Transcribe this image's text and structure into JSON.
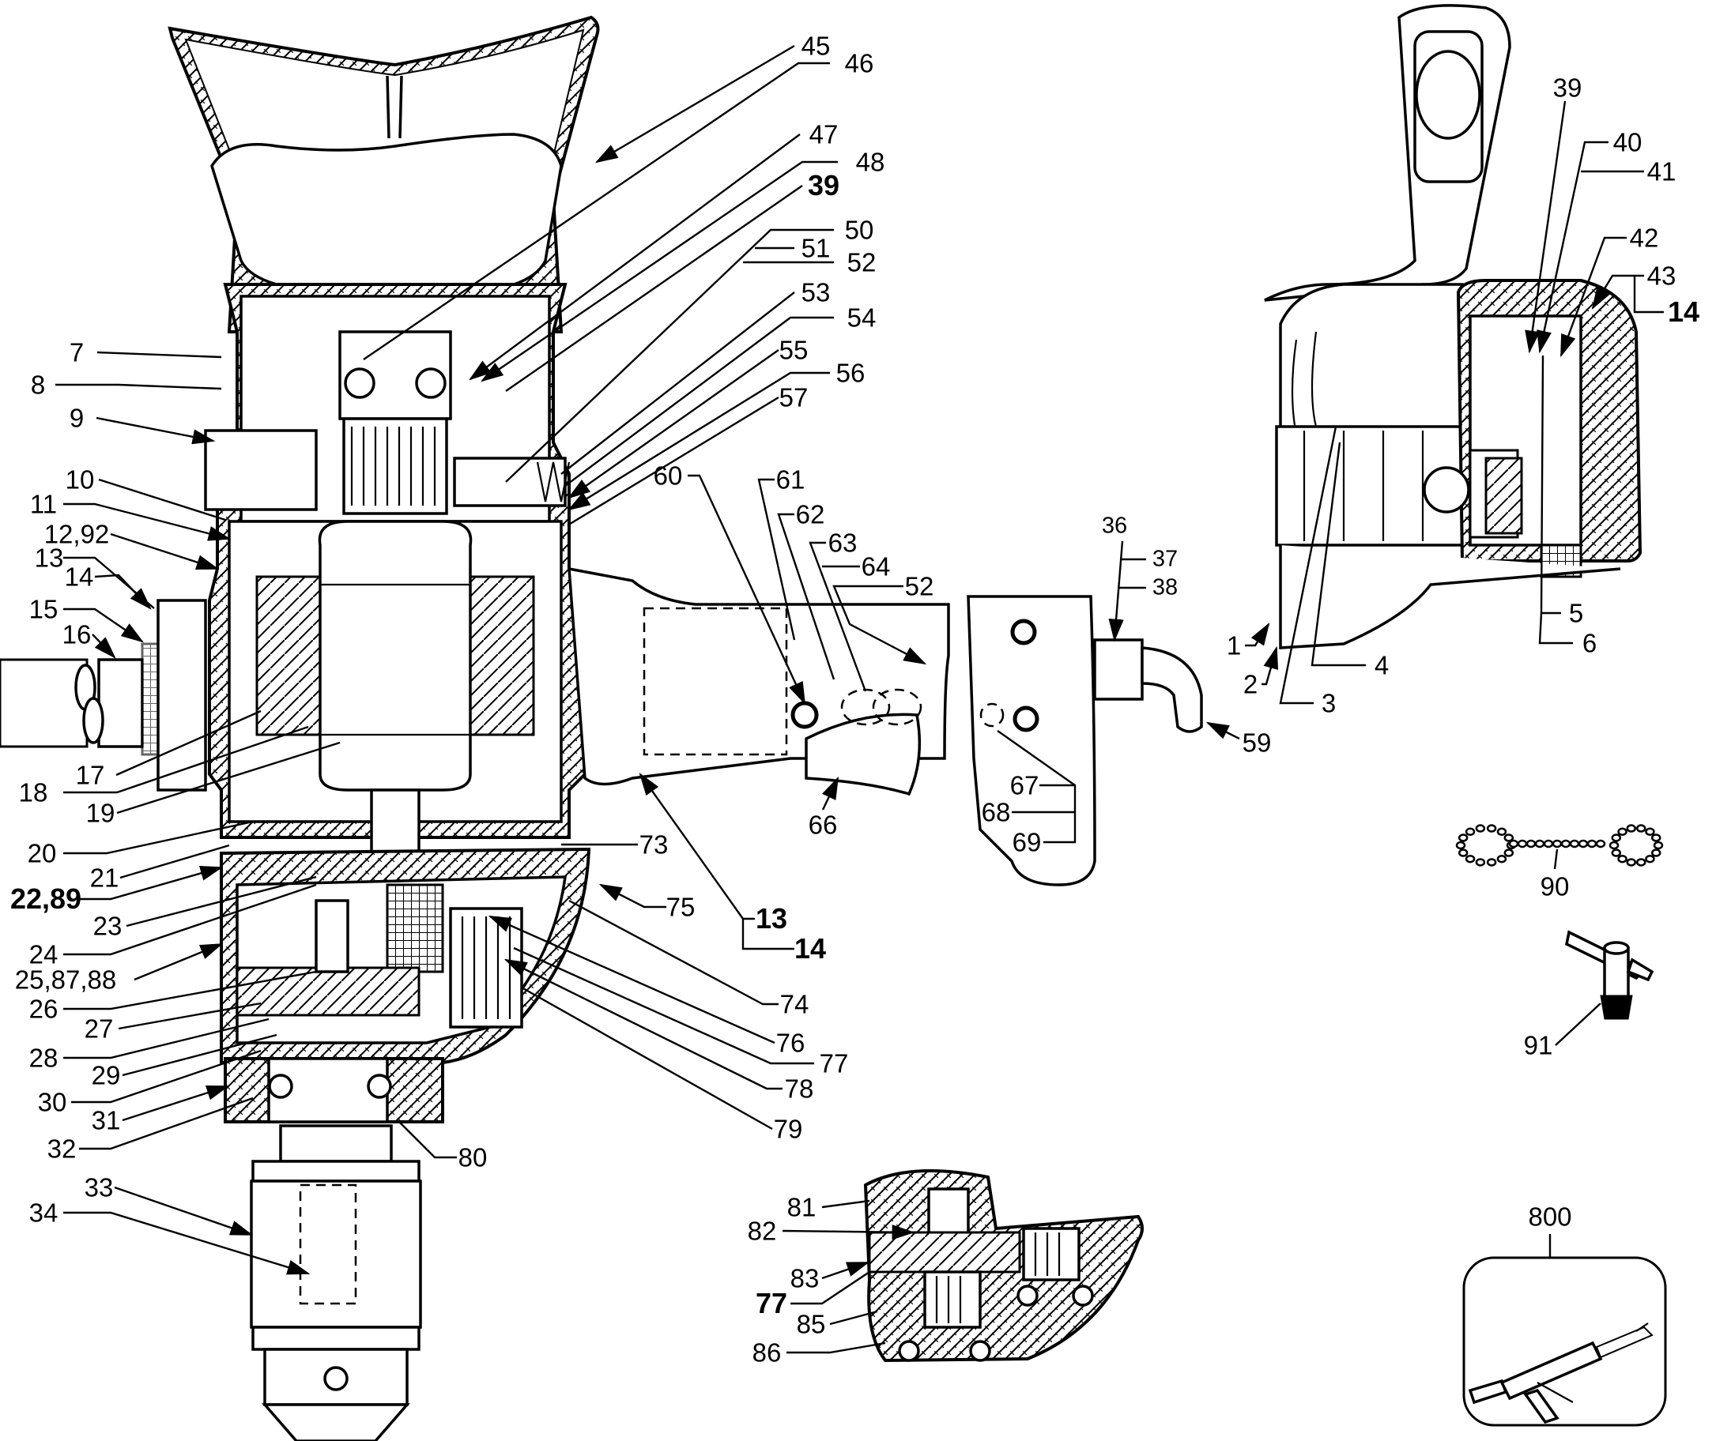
{
  "diagram": {
    "type": "exploded-parts-diagram",
    "subject": "power drill assembly with spade handle, side handle, gear case, chuck and accessories",
    "views": [
      {
        "name": "main-assembly-section",
        "description": "cross-section of drill with top spade handle, motor, gear case and chuck"
      },
      {
        "name": "rear-handle-switch",
        "description": "rear handle with trigger switch and cord"
      },
      {
        "name": "top-right-detail",
        "description": "alternate handle/brush-holder detail"
      },
      {
        "name": "gear-detail-inset",
        "description": "intermediate gear detail section"
      },
      {
        "name": "accessories",
        "description": "chuck key chain, chuck key, grease gun kit"
      }
    ],
    "labels": [
      {
        "id": "lbl-45",
        "text": "45",
        "bold": false
      },
      {
        "id": "lbl-46",
        "text": "46",
        "bold": false
      },
      {
        "id": "lbl-47",
        "text": "47",
        "bold": false
      },
      {
        "id": "lbl-48",
        "text": "48",
        "bold": false
      },
      {
        "id": "lbl-39a",
        "text": "39",
        "bold": true
      },
      {
        "id": "lbl-50",
        "text": "50",
        "bold": false
      },
      {
        "id": "lbl-51",
        "text": "51",
        "bold": false
      },
      {
        "id": "lbl-52a",
        "text": "52",
        "bold": false
      },
      {
        "id": "lbl-53",
        "text": "53",
        "bold": false
      },
      {
        "id": "lbl-54",
        "text": "54",
        "bold": false
      },
      {
        "id": "lbl-55",
        "text": "55",
        "bold": false
      },
      {
        "id": "lbl-56",
        "text": "56",
        "bold": false
      },
      {
        "id": "lbl-57",
        "text": "57",
        "bold": false
      },
      {
        "id": "lbl-7",
        "text": "7",
        "bold": false
      },
      {
        "id": "lbl-8a",
        "text": "8",
        "bold": false
      },
      {
        "id": "lbl-9",
        "text": "9",
        "bold": false
      },
      {
        "id": "lbl-10",
        "text": "10",
        "bold": false
      },
      {
        "id": "lbl-11",
        "text": "11",
        "bold": false
      },
      {
        "id": "lbl-12",
        "text": "12,92",
        "bold": false
      },
      {
        "id": "lbl-13a",
        "text": "13",
        "bold": false
      },
      {
        "id": "lbl-14a",
        "text": "14",
        "bold": false
      },
      {
        "id": "lbl-15",
        "text": "15",
        "bold": false
      },
      {
        "id": "lbl-16",
        "text": "16",
        "bold": false
      },
      {
        "id": "lbl-17",
        "text": "17",
        "bold": false
      },
      {
        "id": "lbl-18",
        "text": "18",
        "bold": false
      },
      {
        "id": "lbl-19",
        "text": "19",
        "bold": false
      },
      {
        "id": "lbl-20",
        "text": "20",
        "bold": false
      },
      {
        "id": "lbl-21",
        "text": "21",
        "bold": false
      },
      {
        "id": "lbl-22",
        "text": "22,89",
        "bold": true
      },
      {
        "id": "lbl-23",
        "text": "23",
        "bold": false
      },
      {
        "id": "lbl-24",
        "text": "24",
        "bold": false
      },
      {
        "id": "lbl-25",
        "text": "25,87,88",
        "bold": false
      },
      {
        "id": "lbl-26",
        "text": "26",
        "bold": false
      },
      {
        "id": "lbl-27",
        "text": "27",
        "bold": false
      },
      {
        "id": "lbl-28",
        "text": "28",
        "bold": false
      },
      {
        "id": "lbl-29",
        "text": "29",
        "bold": false
      },
      {
        "id": "lbl-30",
        "text": "30",
        "bold": false
      },
      {
        "id": "lbl-31",
        "text": "31",
        "bold": false
      },
      {
        "id": "lbl-32",
        "text": "32",
        "bold": false
      },
      {
        "id": "lbl-33",
        "text": "33",
        "bold": false
      },
      {
        "id": "lbl-34",
        "text": "34",
        "bold": false
      },
      {
        "id": "lbl-80",
        "text": "80",
        "bold": false
      },
      {
        "id": "lbl-60",
        "text": "60",
        "bold": false
      },
      {
        "id": "lbl-61",
        "text": "61",
        "bold": false
      },
      {
        "id": "lbl-62",
        "text": "62",
        "bold": false
      },
      {
        "id": "lbl-63",
        "text": "63",
        "bold": false
      },
      {
        "id": "lbl-64",
        "text": "64",
        "bold": false
      },
      {
        "id": "lbl-52b",
        "text": "52",
        "bold": false
      },
      {
        "id": "lbl-36",
        "text": "36",
        "bold": false
      },
      {
        "id": "lbl-37",
        "text": "37",
        "bold": false
      },
      {
        "id": "lbl-38",
        "text": "38",
        "bold": false
      },
      {
        "id": "lbl-59",
        "text": "59",
        "bold": false
      },
      {
        "id": "lbl-66",
        "text": "66",
        "bold": false
      },
      {
        "id": "lbl-67",
        "text": "67",
        "bold": false
      },
      {
        "id": "lbl-68",
        "text": "68",
        "bold": false
      },
      {
        "id": "lbl-69",
        "text": "69",
        "bold": false
      },
      {
        "id": "lbl-73",
        "text": "73",
        "bold": false
      },
      {
        "id": "lbl-75",
        "text": "75",
        "bold": false
      },
      {
        "id": "lbl-13b",
        "text": "13",
        "bold": true
      },
      {
        "id": "lbl-14b",
        "text": "14",
        "bold": true
      },
      {
        "id": "lbl-74",
        "text": "74",
        "bold": false
      },
      {
        "id": "lbl-76",
        "text": "76",
        "bold": false
      },
      {
        "id": "lbl-77a",
        "text": "77",
        "bold": false
      },
      {
        "id": "lbl-78",
        "text": "78",
        "bold": false
      },
      {
        "id": "lbl-79",
        "text": "79",
        "bold": false
      },
      {
        "id": "lbl-39b",
        "text": "39",
        "bold": false
      },
      {
        "id": "lbl-40",
        "text": "40",
        "bold": false
      },
      {
        "id": "lbl-41",
        "text": "41",
        "bold": false
      },
      {
        "id": "lbl-42",
        "text": "42",
        "bold": false
      },
      {
        "id": "lbl-43",
        "text": "43",
        "bold": false
      },
      {
        "id": "lbl-14c",
        "text": "14",
        "bold": true
      },
      {
        "id": "lbl-1",
        "text": "1",
        "bold": false
      },
      {
        "id": "lbl-2",
        "text": "2",
        "bold": false
      },
      {
        "id": "lbl-3",
        "text": "3",
        "bold": false
      },
      {
        "id": "lbl-4",
        "text": "4",
        "bold": false
      },
      {
        "id": "lbl-5",
        "text": "5",
        "bold": false
      },
      {
        "id": "lbl-6",
        "text": "6",
        "bold": false
      },
      {
        "id": "lbl-90",
        "text": "90",
        "bold": false
      },
      {
        "id": "lbl-91",
        "text": "91",
        "bold": false
      },
      {
        "id": "lbl-800",
        "text": "800",
        "bold": false
      },
      {
        "id": "lbl-81",
        "text": "81",
        "bold": false
      },
      {
        "id": "lbl-82",
        "text": "82",
        "bold": false
      },
      {
        "id": "lbl-83",
        "text": "83",
        "bold": false
      },
      {
        "id": "lbl-77b",
        "text": "77",
        "bold": true
      },
      {
        "id": "lbl-85",
        "text": "85",
        "bold": false
      },
      {
        "id": "lbl-86",
        "text": "86",
        "bold": false
      }
    ]
  }
}
